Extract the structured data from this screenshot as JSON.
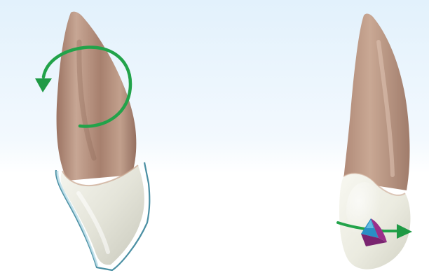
{
  "illustration": {
    "background_top_color": "#e6f3fd",
    "background_bottom_color": "#ffffff",
    "arrow_color": "#22a34a",
    "root_color": "#b99584",
    "crown_color": "#e6e6dc",
    "outline_color": "#4a8fa3",
    "left_tooth": {
      "icon": "tooth-rotation-icon",
      "outline": "restoration-outline",
      "arrow": "curved-rotation-arrow"
    },
    "right_tooth": {
      "icon": "tooth-axis-rotation-icon",
      "arrow": "horizontal-axis-arrow",
      "marker": "contact-point-marker",
      "marker_colors": [
        "#2a8fc6",
        "#9a2f8a"
      ]
    }
  }
}
